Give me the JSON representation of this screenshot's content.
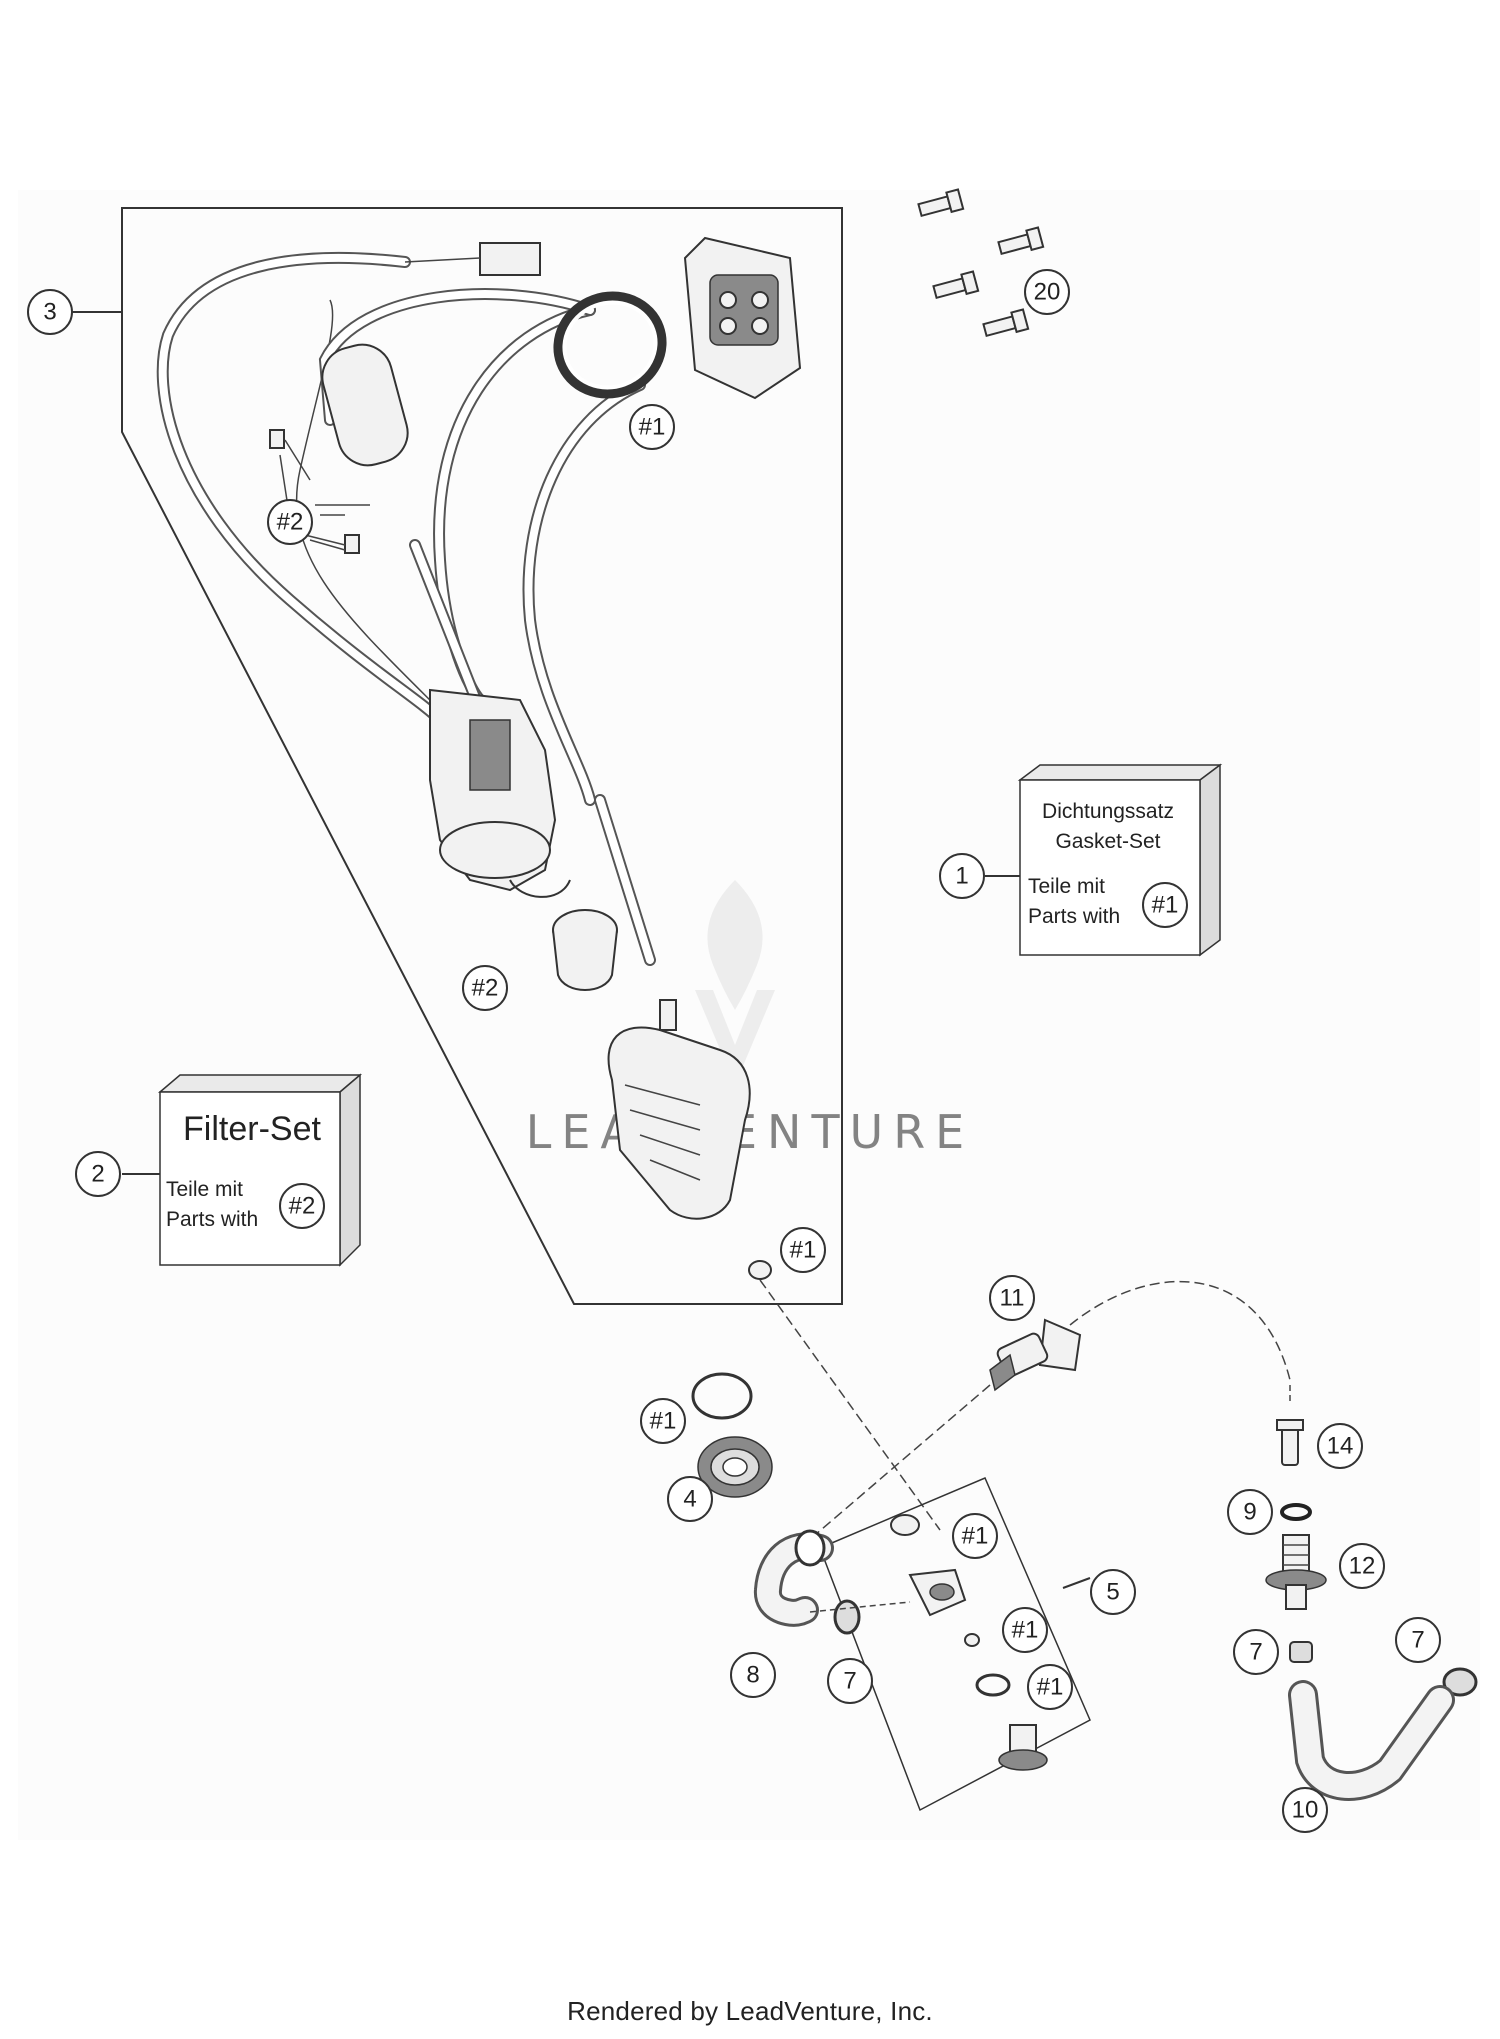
{
  "callouts": {
    "c3": "3",
    "c20": "20",
    "c1_top": "#1",
    "c2_filter": "#2",
    "c2_sleeve": "#2",
    "c1": "1",
    "c2": "2",
    "c1_bottom": "#1",
    "c11": "11",
    "c14": "14",
    "c1_oring": "#1",
    "c4": "4",
    "c9": "9",
    "c12": "12",
    "c1_block_a": "#1",
    "c5": "5",
    "c1_block_b": "#1",
    "c1_block_c": "#1",
    "c8": "8",
    "c7_a": "7",
    "c7_b": "7",
    "c7_c": "7",
    "c10": "10"
  },
  "kits": {
    "gasket": {
      "line1": "Dichtungssatz",
      "line2": "Gasket-Set",
      "line3": "Teile mit",
      "line4": "Parts with",
      "ref": "#1"
    },
    "filter": {
      "title": "Filter-Set",
      "line1": "Teile mit",
      "line2": "Parts with",
      "ref": "#2"
    }
  },
  "watermark": "LEADVENTURE",
  "footer": "Rendered by LeadVenture, Inc.",
  "colors": {
    "line": "#333333",
    "box_face": "#ffffff",
    "box_side": "#e6e6e6",
    "watermark": "#d9d9d9"
  }
}
